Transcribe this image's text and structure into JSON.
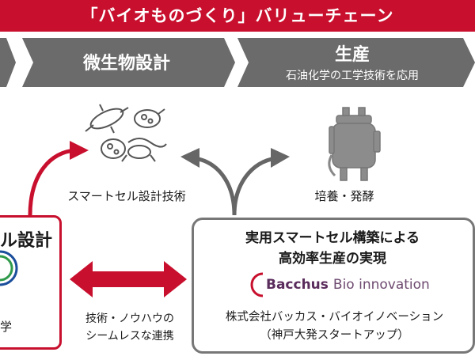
{
  "header": {
    "title": "「バイオものづくり」バリューチェーン"
  },
  "stages": [
    {
      "title": "微生物設計",
      "subtitle": ""
    },
    {
      "title": "生産",
      "subtitle": "石油化学の工学技術を応用"
    }
  ],
  "icons": {
    "microbes": "microbes-icon",
    "bioreactor": "bioreactor-icon",
    "logo_ring": "logo-ring-icon"
  },
  "labels": {
    "smart_cell_tech": "スマートセル設計技術",
    "culture": "培養・発酵",
    "left_box_title": "ル設計",
    "left_box_bottom": "学",
    "know_how_line1": "技術・ノウハウの",
    "know_how_line2": "シームレスな連携"
  },
  "right_box": {
    "title_line1": "実用スマートセル構築による",
    "title_line2": "高効率生産の実現",
    "logo_brand": "Bacchus",
    "logo_tagline": "Bio innovation",
    "company": "株式会社バッカス・バイオイノベーション",
    "company_note": "（神戸大発スタートアップ）"
  },
  "colors": {
    "accent": "#c8102e",
    "stage_gray": "#6b6b6b",
    "arrow_gray": "#666666"
  }
}
